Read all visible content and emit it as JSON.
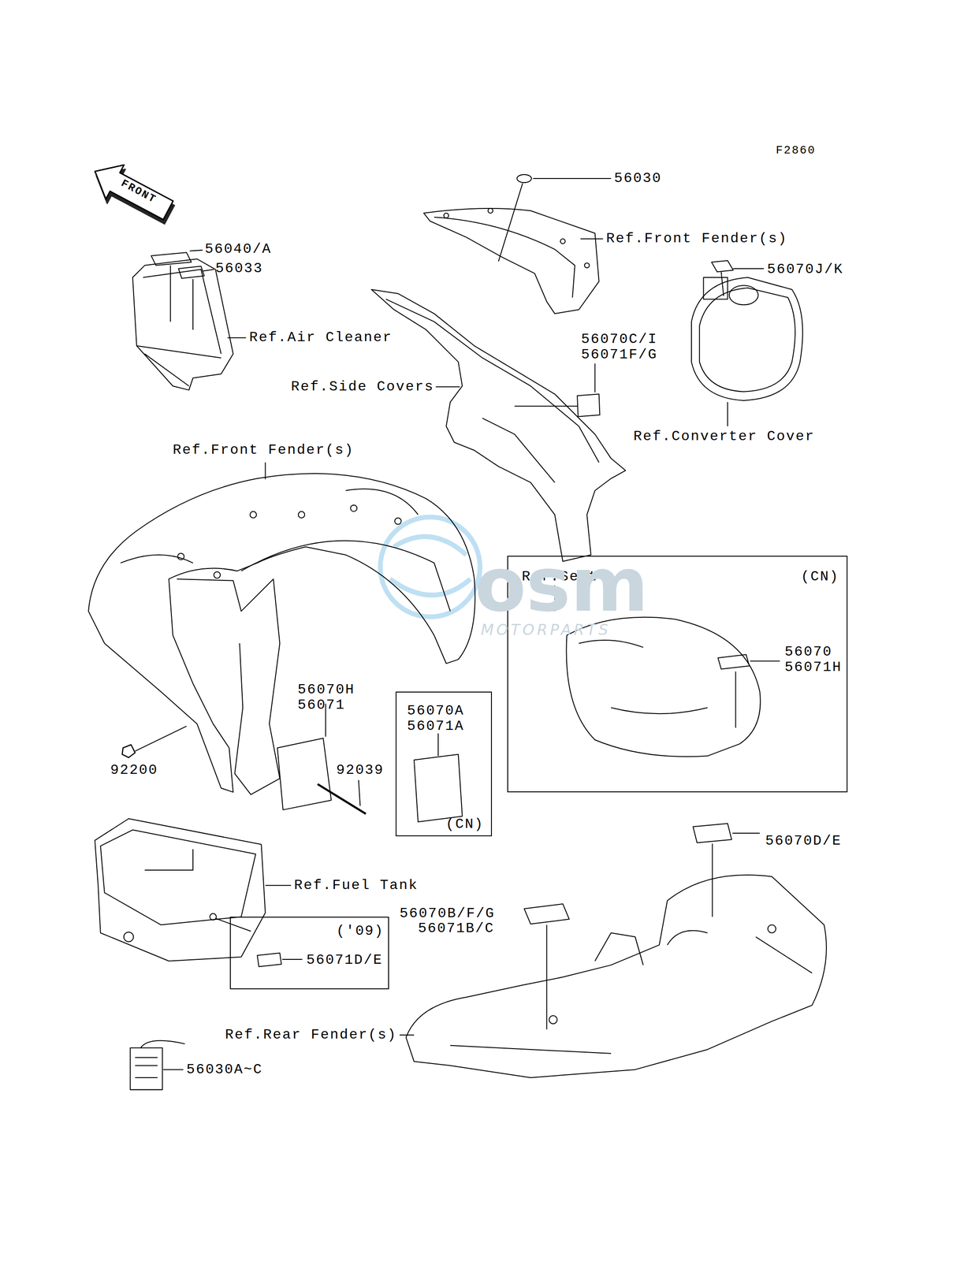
{
  "diagram": {
    "nodes": [
      {
        "text": [
          "Ref.Seat",
          "(CN)",
          "56070",
          "56071H"
        ]
      },
      {
        "text": [
          "56070A",
          "56071A",
          "(CN)"
        ]
      },
      {
        "text": [
          "('09)",
          "56071D/E"
        ]
      }
    ],
    "labels": [
      "F2860",
      "FRONT",
      "56030",
      "Ref.Front Fender(s)",
      "56040/A",
      "56033",
      "56070J/K",
      "Ref.Air Cleaner",
      "56070C/I",
      "56071F/G",
      "Ref.Side Covers",
      "Ref.Converter Cover",
      "Ref.Front Fender(s)",
      "osm",
      "MOTORPARTS",
      "56070H",
      "56071",
      "92200",
      "92039",
      "56070D/E",
      "Ref.Fuel Tank",
      "56070B/F/G",
      "56071B/C",
      "Ref.Rear Fender(s)",
      "56030A~C"
    ]
  }
}
